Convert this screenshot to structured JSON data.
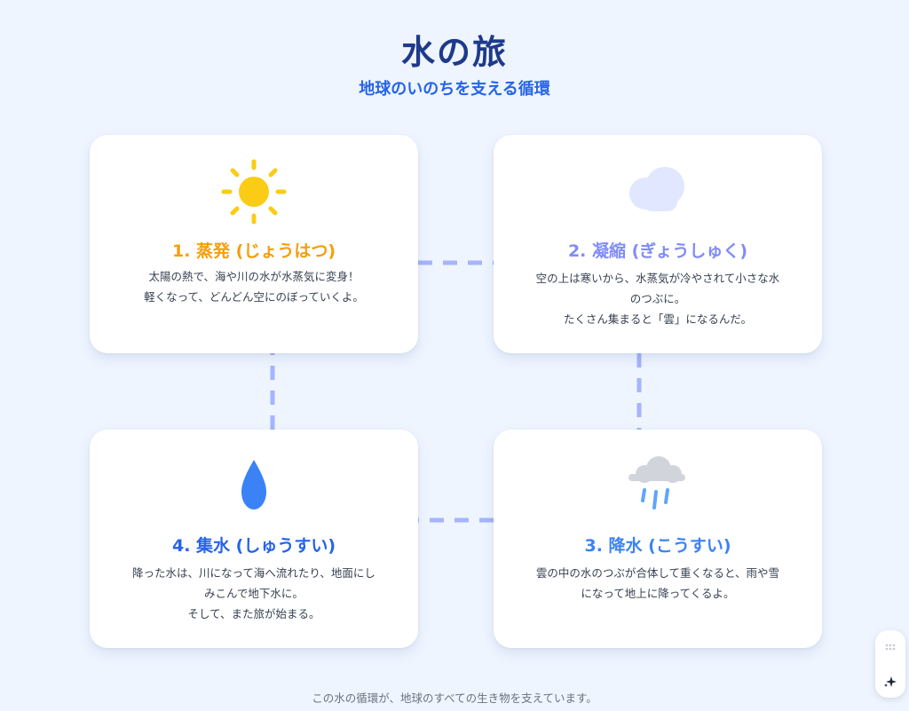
{
  "header": {
    "title": "水の旅",
    "subtitle": "地球のいのちを支える循環"
  },
  "steps": [
    {
      "title": "1. 蒸発 (じょうはつ)",
      "color": "#f59e0b",
      "icon": "sun-icon",
      "lines": [
        "太陽の熱で、海や川の水が水蒸気に変身！",
        "軽くなって、どんどん空にのぼっていくよ。"
      ]
    },
    {
      "title": "2. 凝縮 (ぎょうしゅく)",
      "color": "#818cf8",
      "icon": "cloud-icon",
      "lines": [
        "空の上は寒いから、水蒸気が冷やされて小さな水",
        "のつぶに。",
        "たくさん集まると「雲」になるんだ。"
      ]
    },
    {
      "title": "3. 降水 (こうすい)",
      "color": "#3b82f6",
      "icon": "rain-cloud-icon",
      "lines": [
        "雲の中の水のつぶが合体して重くなると、雨や雪",
        "になって地上に降ってくるよ。"
      ]
    },
    {
      "title": "4. 集水 (しゅうすい)",
      "color": "#2563eb",
      "icon": "water-drop-icon",
      "lines": [
        "降った水は、川になって海へ流れたり、地面にし",
        "みこんで地下水に。",
        "そして、また旅が始まる。"
      ]
    }
  ],
  "colors": {
    "connector": "#a5b4fc",
    "sun": "#facc15",
    "cloud": "#e0e7ff",
    "rain_cloud": "#d1d5db",
    "rain": "#60a5fa",
    "drop": "#3b82f6"
  },
  "footer": {
    "text": "この水の循環が、地球のすべての生き物を支えています。"
  }
}
